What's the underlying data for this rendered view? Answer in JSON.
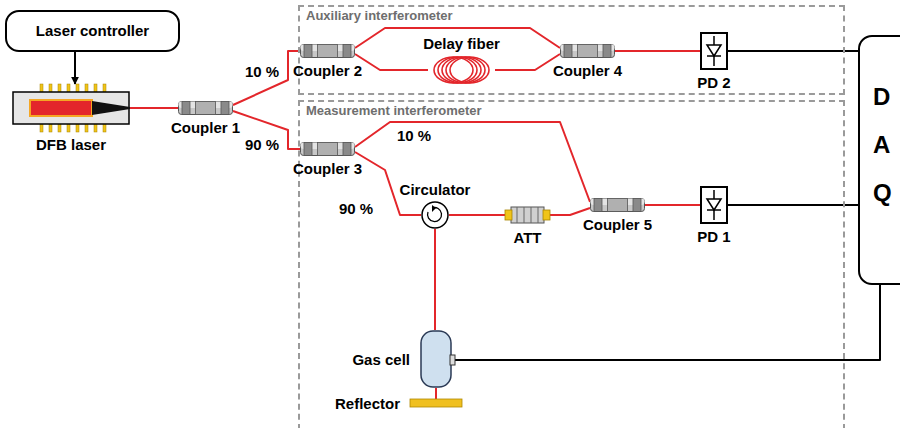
{
  "diagram": {
    "nodes": [
      {
        "text": [
          "Laser controller"
        ]
      },
      {
        "text": [
          "DFB laser"
        ]
      },
      {
        "text": [
          "Coupler 1"
        ]
      },
      {
        "text": [
          "Auxiliary interferometer"
        ]
      },
      {
        "text": [
          "Coupler 2"
        ],
        "in": 3
      },
      {
        "text": [
          "Delay fiber"
        ],
        "in": 3
      },
      {
        "text": [
          "Coupler 4"
        ],
        "in": 3
      },
      {
        "text": [
          "PD 2"
        ],
        "in": 3
      },
      {
        "text": [
          "Measurement interferometer"
        ]
      },
      {
        "text": [
          "Coupler 3"
        ],
        "in": 8
      },
      {
        "text": [
          "Circulator"
        ],
        "in": 8
      },
      {
        "text": [
          "ATT"
        ],
        "in": 8
      },
      {
        "text": [
          "Coupler 5"
        ],
        "in": 8
      },
      {
        "text": [
          "PD 1"
        ],
        "in": 8
      },
      {
        "text": [
          "Gas cell"
        ],
        "in": 8
      },
      {
        "text": [
          "Reflector"
        ],
        "in": 8
      },
      {
        "text": [
          "D A Q"
        ]
      }
    ],
    "edges": [
      {
        "from": 0,
        "to": 1,
        "arrow": "to"
      },
      {
        "from": 1,
        "to": 2,
        "arrow": "none"
      },
      {
        "from": 2,
        "to": 4,
        "label": "10 %",
        "arrow": "none"
      },
      {
        "from": 2,
        "to": 9,
        "label": "90 %",
        "arrow": "none"
      },
      {
        "from": 4,
        "to": 6,
        "arrow": "none"
      },
      {
        "from": 4,
        "to": 5,
        "arrow": "none"
      },
      {
        "from": 5,
        "to": 6,
        "arrow": "none"
      },
      {
        "from": 6,
        "to": 7,
        "arrow": "none"
      },
      {
        "from": 7,
        "to": 16,
        "arrow": "none"
      },
      {
        "from": 9,
        "to": 12,
        "label": "10 %",
        "arrow": "none"
      },
      {
        "from": 9,
        "to": 10,
        "label": "90 %",
        "arrow": "none"
      },
      {
        "from": 10,
        "to": 11,
        "arrow": "none"
      },
      {
        "from": 11,
        "to": 12,
        "arrow": "none"
      },
      {
        "from": 12,
        "to": 13,
        "arrow": "none"
      },
      {
        "from": 13,
        "to": 16,
        "arrow": "none"
      },
      {
        "from": 10,
        "to": 14,
        "arrow": "none"
      },
      {
        "from": 14,
        "to": 15,
        "arrow": "none"
      },
      {
        "from": 14,
        "to": 16,
        "arrow": "none"
      }
    ]
  }
}
